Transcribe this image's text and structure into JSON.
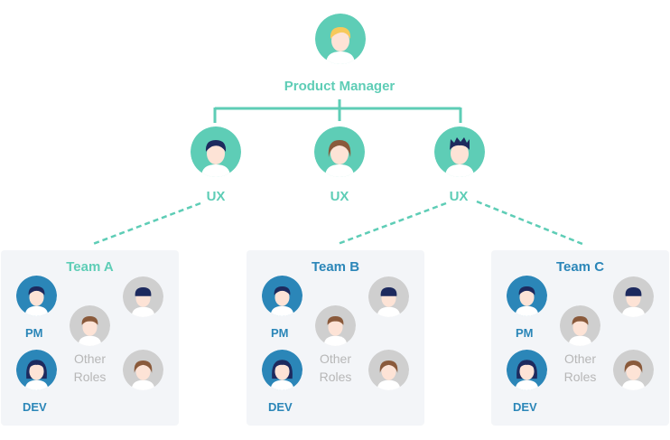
{
  "manager": {
    "title": "Product Manager"
  },
  "ux": [
    "UX",
    "UX",
    "UX"
  ],
  "teams": [
    {
      "title": "Team A",
      "title_color": "#5ecdb6",
      "pm": "PM",
      "dev": "DEV",
      "other_line1": "Other",
      "other_line2": "Roles"
    },
    {
      "title": "Team B",
      "title_color": "#2b86b8",
      "pm": "PM",
      "dev": "DEV",
      "other_line1": "Other",
      "other_line2": "Roles"
    },
    {
      "title": "Team C",
      "title_color": "#2b86b8",
      "pm": "PM",
      "dev": "DEV",
      "other_line1": "Other",
      "other_line2": "Roles"
    }
  ],
  "colors": {
    "teal": "#5ecdb6",
    "blue": "#2b86b8",
    "gray_avatar": "#cfcfcf",
    "panel": "#f3f5f8"
  }
}
